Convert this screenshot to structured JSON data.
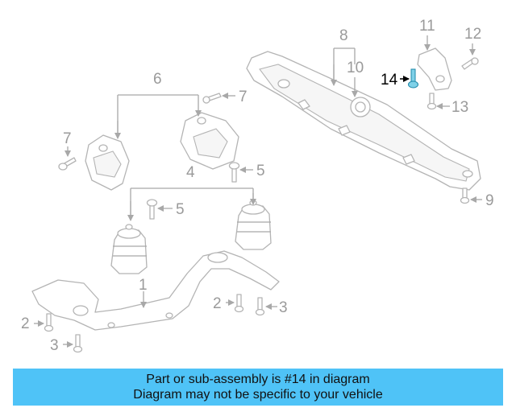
{
  "diagram": {
    "callouts": [
      "1",
      "2",
      "2",
      "3",
      "3",
      "4",
      "5",
      "5",
      "6",
      "7",
      "7",
      "8",
      "9",
      "10",
      "11",
      "12",
      "13",
      "14"
    ],
    "highlight_callout": "14",
    "highlight_color": "#000000",
    "part_color": "#b4b4b4",
    "fastener_highlight_color": "#1e88a8"
  },
  "banner": {
    "line1": "Part or sub-assembly is #14 in diagram",
    "line2": "Diagram may not be specific to your vehicle",
    "background": "#4fc3f7"
  }
}
